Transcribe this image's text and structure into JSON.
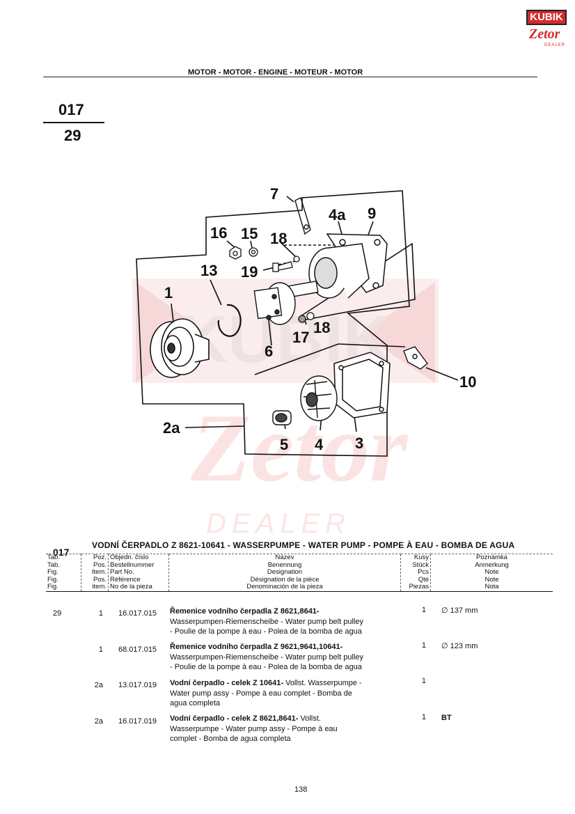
{
  "brand": {
    "kubik": "KUBIK",
    "zetor": "Zetor",
    "dealer": "DEALER"
  },
  "header_title": "MOTOR - MOTOR - ENGINE - MOTEUR - MOTOR",
  "group_code": "017",
  "figure_number": "29",
  "watermark": {
    "kubik": "KUBIK",
    "zetor": "Zetor",
    "dealer": "DEALER"
  },
  "callouts": [
    "7",
    "4a",
    "9",
    "16",
    "15",
    "18",
    "13",
    "19",
    "1",
    "6",
    "17",
    "18",
    "10",
    "2a",
    "5",
    "4",
    "3"
  ],
  "section": {
    "code": "017",
    "title": "VODNÍ ČERPADLO Z 8621-10641 - WASSERPUMPE - WATER PUMP - POMPE À EAU - BOMBA DE AGUA"
  },
  "table_headers": {
    "tab": [
      "Tab.",
      "Tab.",
      "Fig.",
      "Fig.",
      "Fig."
    ],
    "pos": [
      "Poz.",
      "Pos.",
      "Item.",
      "Pos.",
      "item."
    ],
    "order": [
      "Objedn. číslo",
      "Bestellnummer",
      "Part No.",
      "Référence",
      "No de la pieza"
    ],
    "name": [
      "Název",
      "Benennung",
      "Designation",
      "Désignation de la pièce",
      "Denominación de la pieza"
    ],
    "qty": [
      "Kusy",
      "Stück",
      "Pcs",
      "Qté",
      "Piezas"
    ],
    "note": [
      "Poznámka",
      "Anmerkung",
      "Note",
      "Note",
      "Nota"
    ]
  },
  "rows": [
    {
      "tab": "29",
      "pos": "1",
      "order": "16.017.015",
      "bold": "Řemenice vodního čerpadla Z 8621,8641-",
      "text": [
        "Wasserpumpen-Riemenscheibe - Water pump belt pulley",
        "- Poulie de la pompe à eau - Polea de la bomba de agua"
      ],
      "qty": "1",
      "note": "∅ 137 mm"
    },
    {
      "tab": "",
      "pos": "1",
      "order": "68.017.015",
      "bold": "Řemenice vodního čerpadla Z 9621,9641,10641-",
      "text": [
        "Wasserpumpen-Riemenscheibe - Water pump belt pulley",
        "- Poulie de la pompe à eau - Polea de la bomba de agua"
      ],
      "qty": "1",
      "note": "∅ 123 mm"
    },
    {
      "tab": "",
      "pos": "2a",
      "order": "13.017.019",
      "bold": "Vodní čerpadlo - celek Z 10641-",
      "tail": " Vollst. Wasserpumpe -",
      "text": [
        "Water pump assy - Pompe à eau complet - Bomba de",
        "agua completa"
      ],
      "qty": "1",
      "note": ""
    },
    {
      "tab": "",
      "pos": "2a",
      "order": "16.017.019",
      "bold": "Vodní čerpadlo - celek Z 8621,8641-",
      "tail": " Vollst.",
      "text": [
        "Wasserpumpe - Water pump assy - Pompe à eau",
        "complet - Bomba de agua completa"
      ],
      "qty": "1",
      "note": "BT"
    }
  ],
  "page_number": "138",
  "colors": {
    "watermark_red": "#f3c9c9",
    "brand_red": "#d62a2a",
    "ink": "#111111"
  }
}
